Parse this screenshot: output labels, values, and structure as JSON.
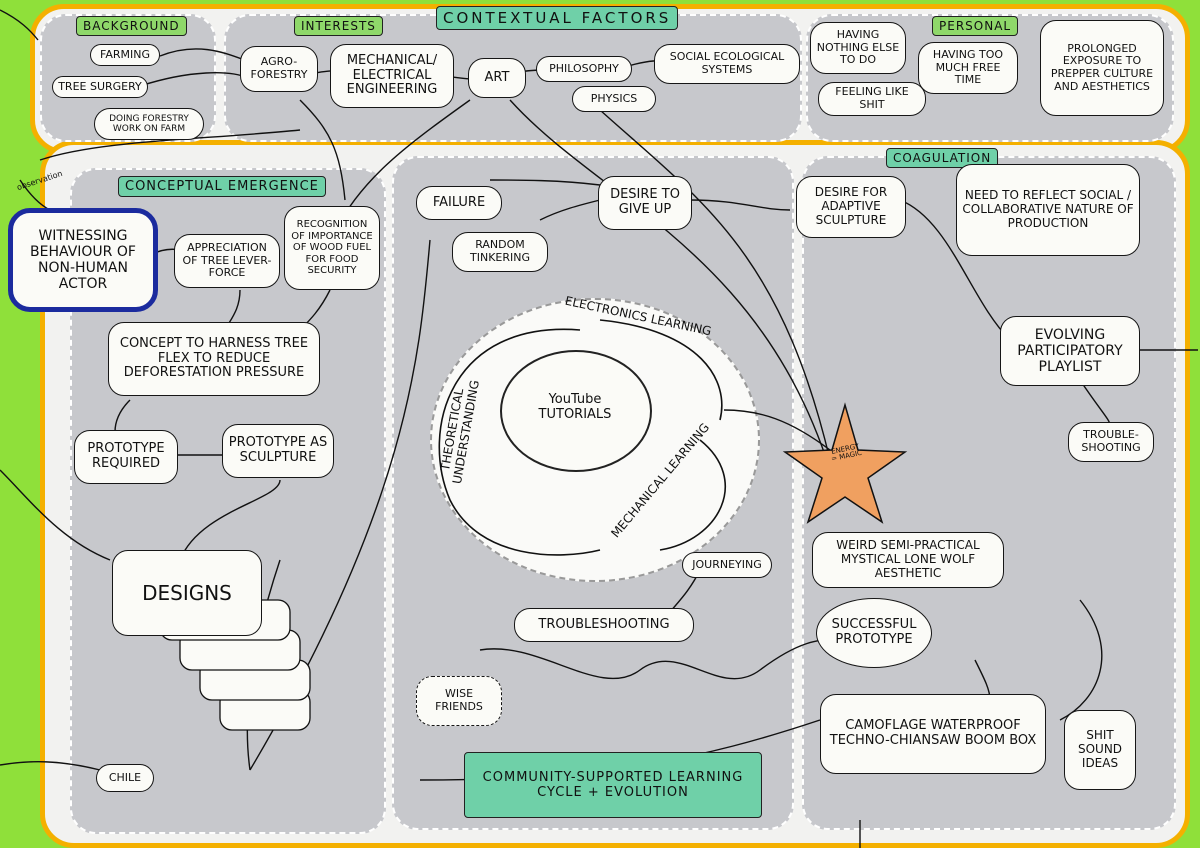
{
  "sections": {
    "contextual_factors": "CONTEXTUAL FACTORS",
    "background": "BACKGROUND",
    "interests": "INTERESTS",
    "personal": "PERSONAL",
    "conceptual_emergence": "CONCEPTUAL EMERGENCE",
    "coagulation": "COAGULATION",
    "community_learning": "COMMUNITY-SUPPORTED LEARNING CYCLE + EVOLUTION"
  },
  "background_nodes": [
    "FARMING",
    "TREE SURGERY",
    "DOING FORESTRY WORK ON FARM"
  ],
  "interest_nodes": [
    "AGRO-FORESTRY",
    "MECHANICAL/ ELECTRICAL ENGINEERING",
    "ART",
    "PHILOSOPHY",
    "PHYSICS",
    "SOCIAL ECOLOGICAL SYSTEMS"
  ],
  "personal_nodes": [
    "HAVING NOTHING ELSE TO DO",
    "HAVING TOO MUCH FREE TIME",
    "FEELING LIKE SHIT",
    "PROLONGED EXPOSURE TO PREPPER CULTURE AND AESTHETICS"
  ],
  "observation_label": "observation",
  "conceptual_nodes": {
    "witnessing": "WITNESSING BEHAVIOUR OF NON-HUMAN ACTOR",
    "appreciation": "APPRECIATION OF TREE LEVER-FORCE",
    "recognition": "RECOGNITION OF IMPORTANCE OF WOOD FUEL FOR FOOD SECURITY",
    "concept": "CONCEPT TO HARNESS TREE FLEX TO REDUCE DEFORESTATION PRESSURE",
    "prototype_required": "PROTOTYPE REQUIRED",
    "prototype_sculpture": "PROTOTYPE AS SCULPTURE",
    "designs": "DESIGNS",
    "chile": "CHILE"
  },
  "learning_nodes": {
    "failure": "FAILURE",
    "desire_give_up": "DESIRE TO GIVE UP",
    "random_tinkering": "RANDOM TINKERING",
    "electronics": "ELECTRONICS LEARNING",
    "mechanical": "MECHANICAL LEARNING",
    "theoretical": "THEORETICAL UNDERSTANDING",
    "youtube": "YouTube TUTORIALS",
    "journeying": "JOURNEYING",
    "troubleshooting": "TROUBLESHOOTING",
    "wise_friends": "WISE FRIENDS"
  },
  "star_label": "ENERGY = MAGIC",
  "coagulation_nodes": {
    "adaptive": "DESIRE FOR ADAPTIVE SCULPTURE",
    "reflect": "NEED TO REFLECT SOCIAL / COLLABORATIVE NATURE OF PRODUCTION",
    "playlist": "EVOLVING PARTICIPATORY PLAYLIST",
    "troubleshooting": "TROUBLE-SHOOTING",
    "aesthetic": "WEIRD SEMI-PRACTICAL MYSTICAL LONE WOLF AESTHETIC",
    "successful": "SUCCESSFUL PROTOTYPE",
    "boombox": "CAMOFLAGE WATERPROOF TECHNO-CHIANSAW BOOM BOX",
    "shit_ideas": "SHIT SOUND IDEAS"
  },
  "colors": {
    "grass": "#8fe03a",
    "border": "#f4b000",
    "panel": "#c7c8cc",
    "star": "#f0a060",
    "witness_border": "#1b2b9e"
  }
}
